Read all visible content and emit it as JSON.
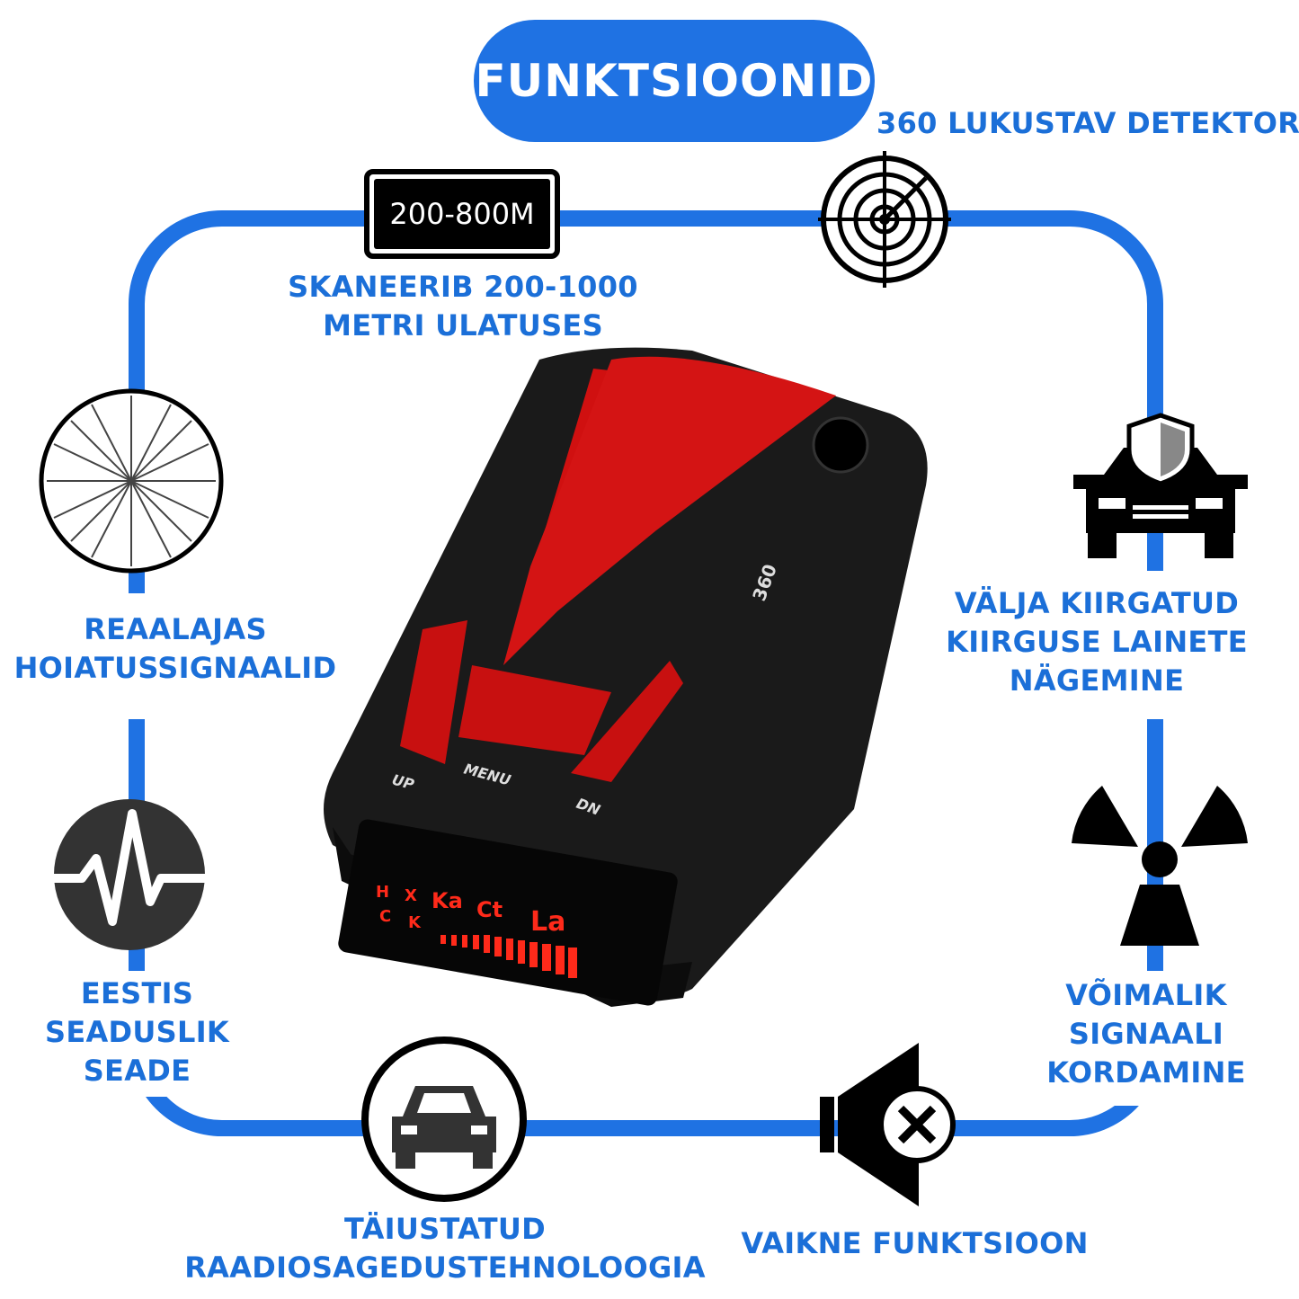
{
  "title": "FUNKTSIOONID",
  "colors": {
    "accent": "#1f72e3",
    "label": "#1b6fd8",
    "device_red": "#d01010",
    "device_body": "#1a1a1a"
  },
  "range_badge": "200-800M",
  "features": {
    "detector": {
      "lines": [
        "360 LUKUSTAV DETEKTOR"
      ],
      "icon": "radar-icon"
    },
    "scan": {
      "lines": [
        "SKANEERIB 200-1000",
        "METRI ULATUSES"
      ],
      "icon": "range-badge"
    },
    "alerts": {
      "lines": [
        "REAALAJAS",
        "HOIATUSSIGNAALID"
      ],
      "icon": "wheel-spokes-icon"
    },
    "waves": {
      "lines": [
        "VÄLJA KIIRGATUD",
        "KIIRGUSE LAINETE",
        "NÄGEMINE"
      ],
      "icon": "car-shield-icon"
    },
    "legal": {
      "lines": [
        "EESTIS",
        "SEADUSLIK",
        "SEADE"
      ],
      "icon": "pulse-icon"
    },
    "repeat": {
      "lines": [
        "VÕIMALIK",
        "SIGNAALI",
        "KORDAMINE"
      ],
      "icon": "radiation-icon"
    },
    "rf": {
      "lines": [
        "TÄIUSTATUD",
        "RAADIOSAGEDUSTEHNOLOOGIA"
      ],
      "icon": "car-icon"
    },
    "silent": {
      "lines": [
        "VAIKNE FUNKTSIOON"
      ],
      "icon": "mute-speaker-icon"
    }
  },
  "device": {
    "buttons": [
      "UP",
      "MENU",
      "DN"
    ],
    "badge": "360",
    "display": [
      "H",
      "X",
      "Ka",
      "Ct",
      "La",
      "C",
      "K"
    ]
  }
}
